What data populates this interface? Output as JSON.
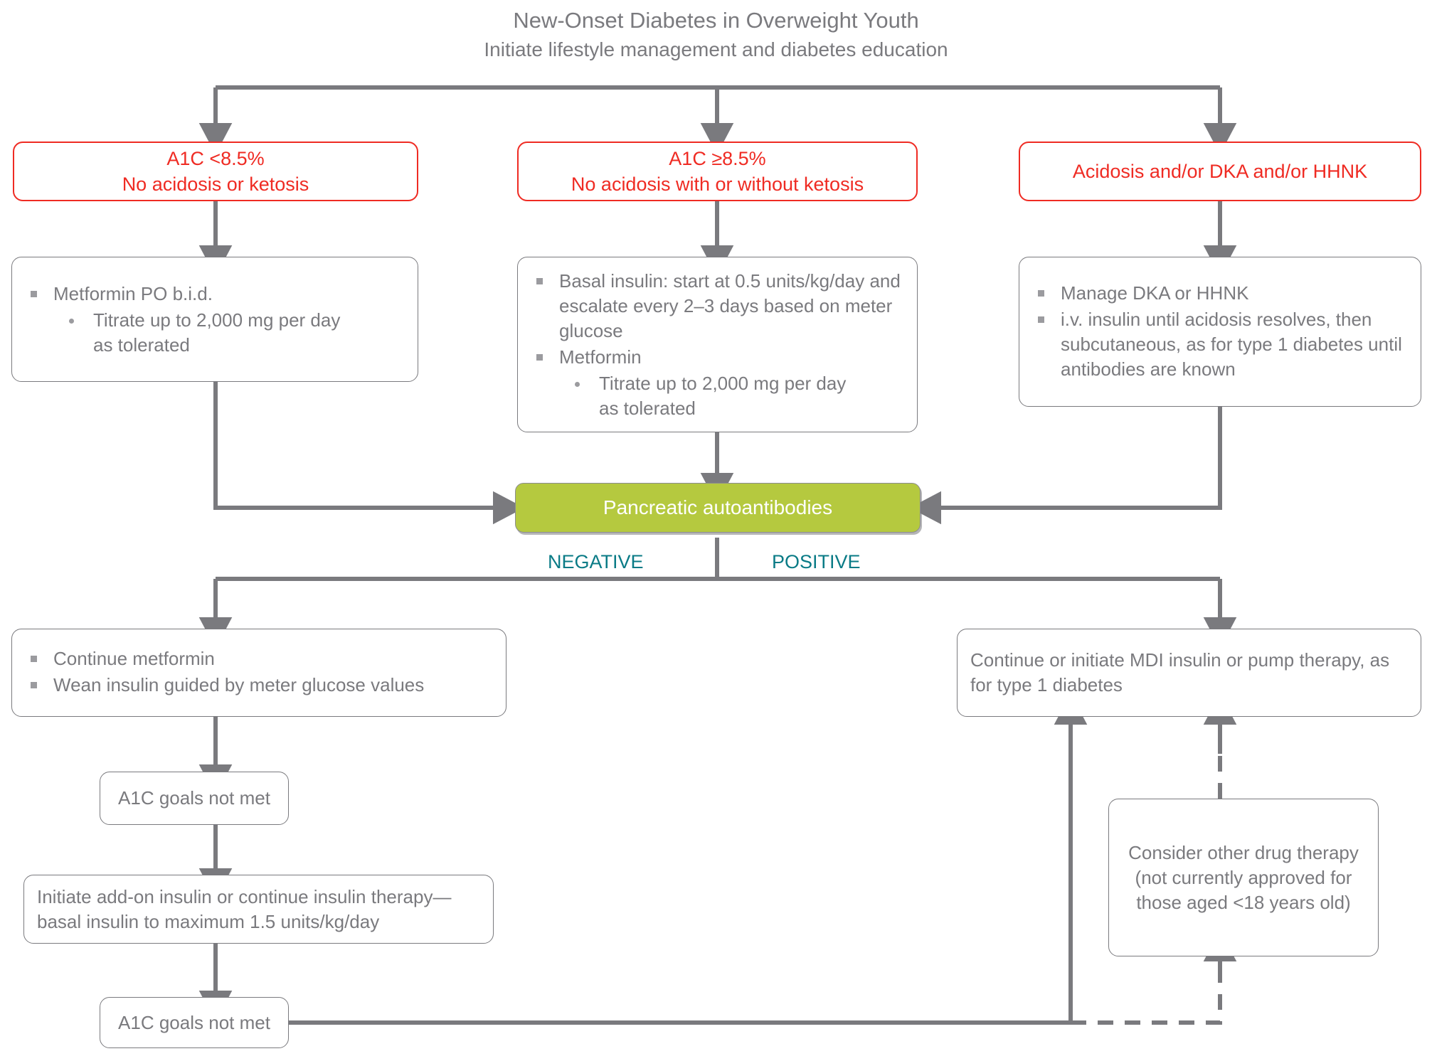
{
  "header": {
    "line1": "New-Onset Diabetes in Overweight Youth",
    "line2": "Initiate lifestyle management and diabetes education"
  },
  "colors": {
    "red": "#ef2b23",
    "gray": "#7a7a7e",
    "green": "#b5c93f",
    "teal": "#0a7b86",
    "connector": "#7a7a7e"
  },
  "decisions": [
    {
      "id": "a1c-low",
      "line1": "A1C <8.5%",
      "line2": "No acidosis or ketosis"
    },
    {
      "id": "a1c-high",
      "line1": "A1C ≥8.5%",
      "line2": "No acidosis with or without ketosis"
    },
    {
      "id": "acidosis",
      "line1": "Acidosis and/or DKA and/or HHNK",
      "line2": ""
    }
  ],
  "treatments": {
    "left": {
      "bullets": [
        "Metformin PO b.i.d."
      ],
      "sub": [
        "Titrate up to 2,000 mg per day",
        "as tolerated"
      ]
    },
    "middle": {
      "bullets": [
        "Basal insulin: start at 0.5 units/kg/day and escalate every 2–3 days based on meter glucose",
        "Metformin"
      ],
      "sub": [
        "Titrate up to 2,000 mg per day",
        "as tolerated"
      ]
    },
    "right": {
      "bullets": [
        "Manage DKA or HHNK",
        "i.v. insulin until acidosis resolves, then subcutaneous, as for type 1 diabetes until antibodies are known"
      ]
    }
  },
  "test_node": {
    "label": "Pancreatic autoantibodies"
  },
  "branch_labels": {
    "negative": "NEGATIVE",
    "positive": "POSITIVE"
  },
  "negative_path": {
    "continue_box": {
      "bullets": [
        "Continue metformin",
        "Wean insulin guided by meter glucose values"
      ]
    },
    "goal_1": "A1C goals not met",
    "addon_box": "Initiate add-on insulin or continue insulin therapy—basal insulin to maximum 1.5 units/kg/day",
    "goal_2": "A1C goals not met"
  },
  "positive_path": {
    "mdi_box": "Continue or initiate MDI insulin or pump therapy, as for type 1 diabetes",
    "other_drug_box": "Consider other drug therapy (not currently approved for those aged <18 years old)"
  }
}
